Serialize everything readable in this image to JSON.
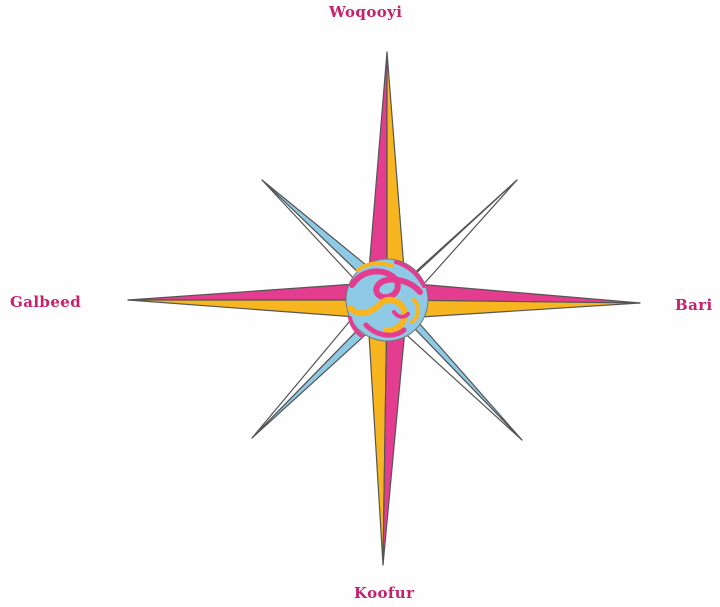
{
  "compass": {
    "north": "Woqooyi",
    "south": "Koofur",
    "west": "Galbeed",
    "east": "Bari"
  },
  "colors": {
    "label": "#c8206a",
    "magenta": "#e43c8f",
    "yellow": "#f7b61f",
    "blue": "#8ec9e6",
    "outline": "#555555",
    "background": "#fefefe"
  }
}
